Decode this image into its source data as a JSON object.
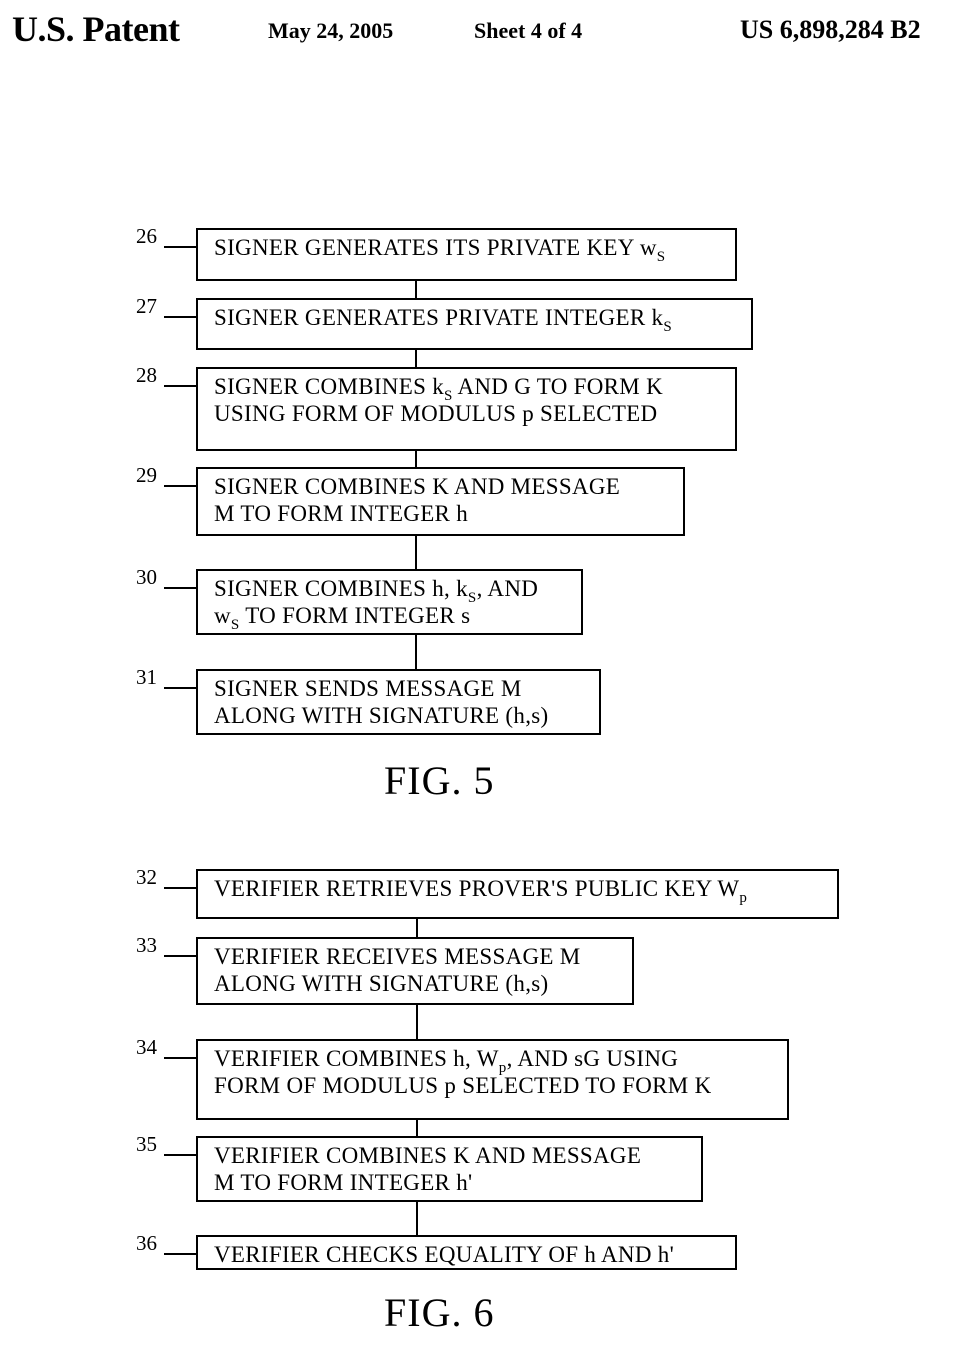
{
  "header": {
    "title": "U.S. Patent",
    "date": "May 24, 2005",
    "sheet": "Sheet 4 of 4",
    "patent_number": "US 6,898,284 B2"
  },
  "fig5": {
    "caption": "FIG. 5",
    "steps": [
      {
        "ref": "26",
        "lines": [
          [
            "SIGNER GENERATES ITS PRIVATE KEY w",
            "S",
            ""
          ]
        ]
      },
      {
        "ref": "27",
        "lines": [
          [
            "SIGNER GENERATES PRIVATE INTEGER k",
            "S",
            ""
          ]
        ]
      },
      {
        "ref": "28",
        "lines": [
          [
            "SIGNER COMBINES k",
            "S",
            " AND G TO FORM K"
          ],
          [
            "USING FORM OF MODULUS p SELECTED",
            "",
            ""
          ]
        ]
      },
      {
        "ref": "29",
        "lines": [
          [
            "SIGNER COMBINES K AND MESSAGE",
            "",
            ""
          ],
          [
            "M TO FORM INTEGER h",
            "",
            ""
          ]
        ]
      },
      {
        "ref": "30",
        "lines": [
          [
            "SIGNER COMBINES h, k",
            "S",
            ", AND"
          ],
          [
            "w",
            "S",
            " TO FORM INTEGER s"
          ]
        ]
      },
      {
        "ref": "31",
        "lines": [
          [
            "SIGNER SENDS MESSAGE M",
            "",
            ""
          ],
          [
            "ALONG WITH SIGNATURE (h,s)",
            "",
            ""
          ]
        ]
      }
    ]
  },
  "fig6": {
    "caption": "FIG. 6",
    "steps": [
      {
        "ref": "32",
        "lines": [
          [
            "VERIFIER RETRIEVES PROVER'S PUBLIC KEY W",
            "p",
            ""
          ]
        ]
      },
      {
        "ref": "33",
        "lines": [
          [
            "VERIFIER RECEIVES MESSAGE M",
            "",
            ""
          ],
          [
            "ALONG WITH SIGNATURE (h,s)",
            "",
            ""
          ]
        ]
      },
      {
        "ref": "34",
        "lines": [
          [
            "VERIFIER COMBINES h, W",
            "p",
            ", AND sG USING"
          ],
          [
            "FORM OF MODULUS p SELECTED TO FORM K",
            "",
            ""
          ]
        ]
      },
      {
        "ref": "35",
        "lines": [
          [
            "VERIFIER COMBINES K AND MESSAGE",
            "",
            ""
          ],
          [
            "M TO FORM INTEGER h'",
            "",
            ""
          ]
        ]
      },
      {
        "ref": "36",
        "lines": [
          [
            "VERIFIER CHECKS EQUALITY OF h AND h'",
            "",
            ""
          ]
        ]
      }
    ]
  }
}
